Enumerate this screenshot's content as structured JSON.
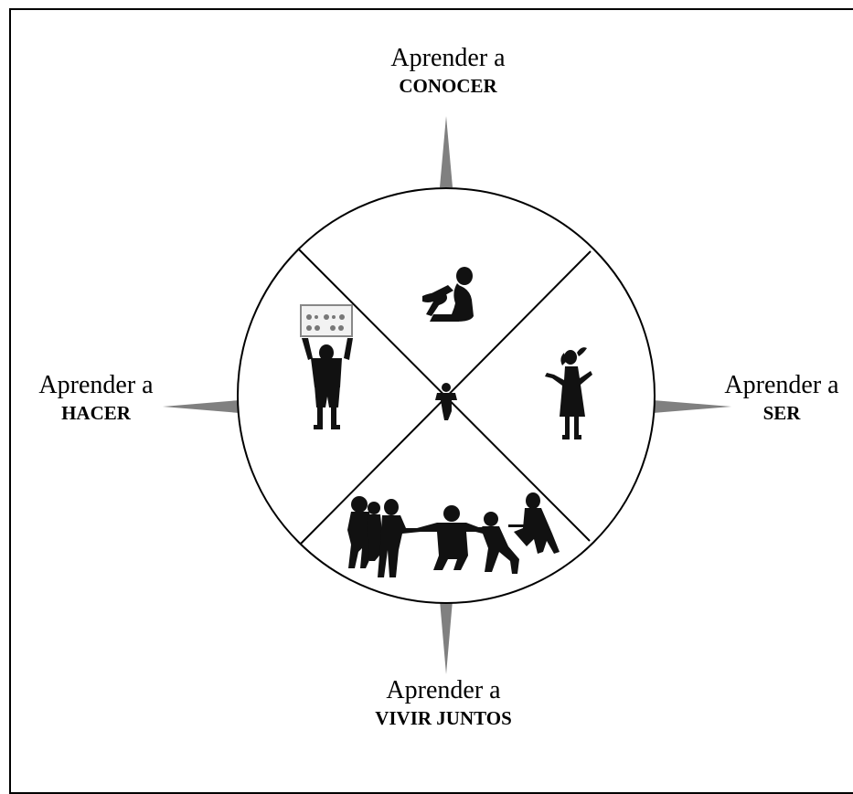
{
  "directions": {
    "top": {
      "prefix": "Aprender a",
      "word": "CONOCER"
    },
    "right": {
      "prefix": "Aprender a",
      "word": "SER"
    },
    "bottom": {
      "prefix": "Aprender a",
      "word": "VIVIR JUNTOS"
    },
    "left": {
      "prefix": "Aprender a",
      "word": "HACER"
    }
  },
  "quadrant_icons": {
    "top": "child-reading-silhouette-icon",
    "right": "girl-shrugging-silhouette-icon",
    "bottom": "children-dancing-in-circle-silhouette-icon",
    "left": "child-holding-sign-silhouette-icon",
    "center": "small-person-silhouette-icon"
  },
  "colors": {
    "pointer": "#808080",
    "silhouette": "#111111",
    "outline": "#000000"
  }
}
